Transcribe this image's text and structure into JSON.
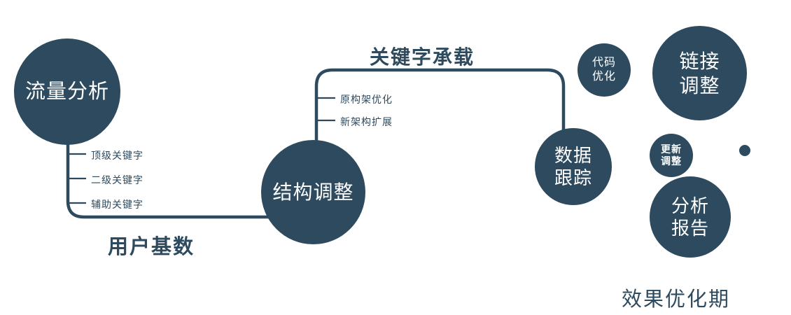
{
  "colors": {
    "primary": "#2d4a5e",
    "background": "#ffffff",
    "text_on_circle": "#ffffff"
  },
  "nodes": {
    "traffic": {
      "label": "流量分析"
    },
    "structure": {
      "label": "结构调整"
    },
    "tracking": {
      "lines": [
        "数据",
        "跟踪"
      ]
    },
    "code": {
      "lines": [
        "代码",
        "优化"
      ]
    },
    "link": {
      "lines": [
        "链接",
        "调整"
      ]
    },
    "update": {
      "lines": [
        "更新",
        "调整"
      ]
    },
    "report": {
      "lines": [
        "分析",
        "报告"
      ]
    }
  },
  "edge_labels": {
    "keyword_carry": "关键字承载",
    "user_base": "用户基数"
  },
  "branches": {
    "traffic_keywords": [
      "顶级关键字",
      "二级关键字",
      "辅助关键字"
    ],
    "structure_items": [
      "原构架优化",
      "新架构扩展"
    ]
  },
  "caption": "效果优化期"
}
